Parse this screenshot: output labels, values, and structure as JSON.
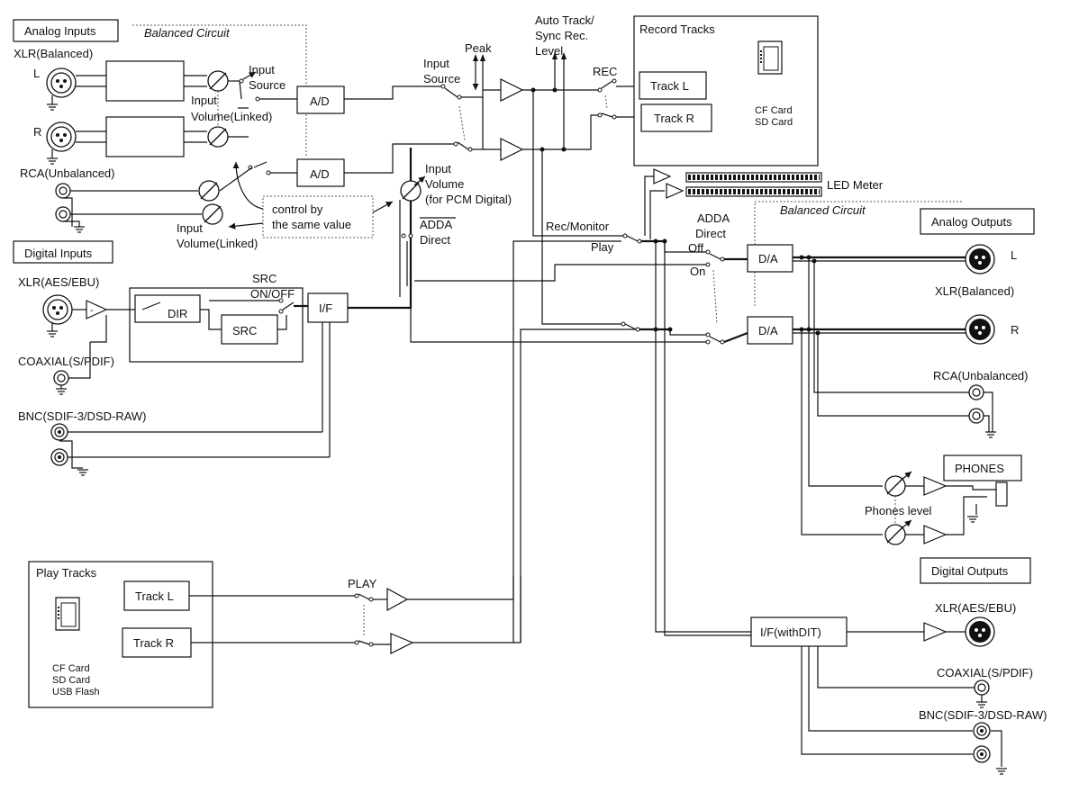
{
  "inputs": {
    "analog_inputs": "Analog Inputs",
    "balanced_circuit": "Balanced Circuit",
    "xlr_balanced": "XLR(Balanced)",
    "l": "L",
    "r": "R",
    "rca_unbalanced": "RCA(Unbalanced)",
    "input_source_1": "Input",
    "input_source_2": "Source",
    "input_volume_linked_a": "Input",
    "input_volume_linked_b": "Volume(Linked)",
    "input_volume_linked_c": "Input",
    "input_volume_linked_d": "Volume(Linked)",
    "control_note_1": "control by",
    "control_note_2": "the same value",
    "digital_inputs": "Digital Inputs",
    "xlr_aes_ebu": "XLR(AES/EBU)",
    "coaxial": "COAXIAL(S/PDIF)",
    "bnc": "BNC(SDIF-3/DSD-RAW)",
    "src_onoff_1": "SRC",
    "src_onoff_2": "ON/OFF",
    "dir": "DIR",
    "src": "SRC",
    "if": "I/F",
    "ad": "A/D",
    "minus": "-"
  },
  "center": {
    "input_source_1": "Input",
    "input_source_2": "Source",
    "peak": "Peak",
    "auto_track_1": "Auto Track/",
    "auto_track_2": "Sync Rec.",
    "auto_track_3": "Level",
    "rec": "REC",
    "input_volume_1": "Input",
    "input_volume_2": "Volume",
    "input_volume_3": "(for PCM Digital)",
    "adda": "ADDA",
    "direct": "Direct",
    "rec_monitor": "Rec/Monitor",
    "play": "Play",
    "adda_direct_1": "ADDA",
    "adda_direct_2": "Direct",
    "off": "Off",
    "on": "On",
    "led_meter": "LED Meter"
  },
  "record": {
    "title": "Record Tracks",
    "track_l": "Track L",
    "track_r": "Track R",
    "cf_card": "CF Card",
    "sd_card": "SD Card"
  },
  "outputs": {
    "balanced_circuit": "Balanced Circuit",
    "analog_outputs": "Analog Outputs",
    "da": "D/A",
    "l": "L",
    "r": "R",
    "xlr_balanced": "XLR(Balanced)",
    "rca_unbalanced": "RCA(Unbalanced)",
    "phones": "PHONES",
    "phones_level": "Phones level",
    "digital_outputs": "Digital Outputs",
    "if_dit": "I/F(withDIT)",
    "xlr_aes_ebu": "XLR(AES/EBU)",
    "coaxial": "COAXIAL(S/PDIF)",
    "bnc": "BNC(SDIF-3/DSD-RAW)"
  },
  "play": {
    "title": "Play Tracks",
    "track_l": "Track L",
    "track_r": "Track R",
    "play_label": "PLAY",
    "cf_card": "CF Card",
    "sd_card": "SD Card",
    "usb_flash": "USB Flash"
  }
}
